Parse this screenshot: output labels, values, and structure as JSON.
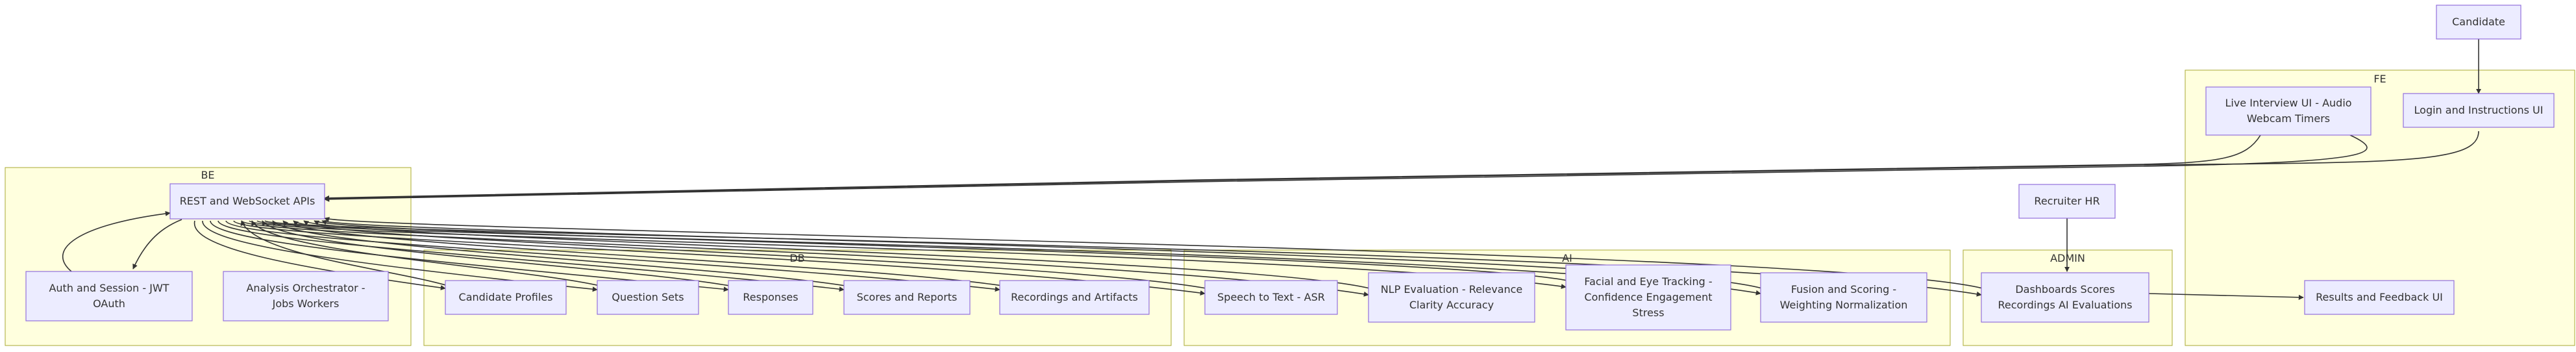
{
  "clusters": {
    "fe": "FE",
    "be": "BE",
    "db": "DB",
    "ai": "AI",
    "admin": "ADMIN"
  },
  "nodes": {
    "candidate": [
      "Candidate"
    ],
    "live_interview": [
      "Live Interview UI - Audio",
      "Webcam Timers"
    ],
    "login": [
      "Login and Instructions UI"
    ],
    "recruiter": [
      "Recruiter HR"
    ],
    "rest_api": [
      "REST and WebSocket APIs"
    ],
    "auth": [
      "Auth and Session - JWT",
      "OAuth"
    ],
    "orchestrator": [
      "Analysis Orchestrator -",
      "Jobs Workers"
    ],
    "profiles": [
      "Candidate Profiles"
    ],
    "questions": [
      "Question Sets"
    ],
    "responses": [
      "Responses"
    ],
    "scores": [
      "Scores and Reports"
    ],
    "recordings": [
      "Recordings and Artifacts"
    ],
    "asr": [
      "Speech to Text - ASR"
    ],
    "nlp": [
      "NLP Evaluation - Relevance",
      "Clarity Accuracy"
    ],
    "facial": [
      "Facial and Eye Tracking -",
      "Confidence Engagement",
      "Stress"
    ],
    "fusion": [
      "Fusion and Scoring -",
      "Weighting Normalization"
    ],
    "dashboards": [
      "Dashboards Scores",
      "Recordings AI Evaluations"
    ],
    "results": [
      "Results and Feedback UI"
    ]
  }
}
